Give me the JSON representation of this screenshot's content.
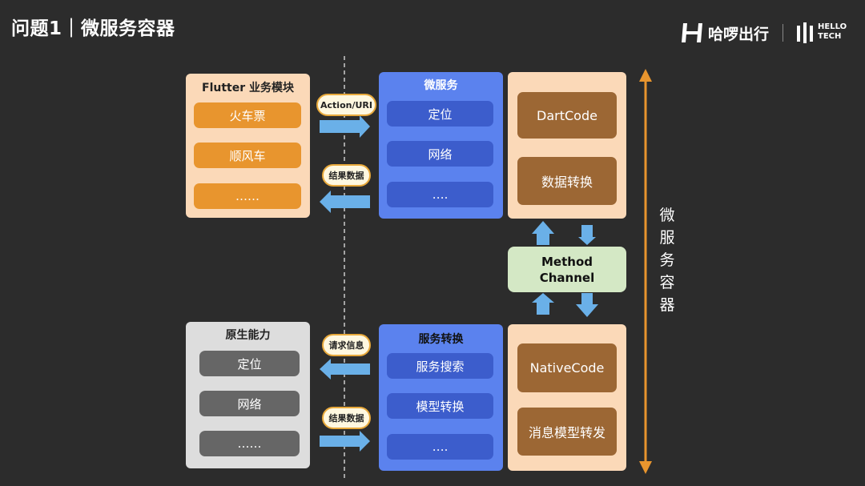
{
  "header": {
    "title": "问题1｜微服务容器"
  },
  "logo": {
    "brand_cn": "哈啰出行",
    "brand_en_line1": "HELLO",
    "brand_en_line2": "TECH"
  },
  "flutter": {
    "title": "Flutter 业务模块",
    "items": [
      "火车票",
      "顺风车",
      "……"
    ]
  },
  "microservice": {
    "title": "微服务",
    "items": [
      "定位",
      "网络",
      "…."
    ]
  },
  "dart": {
    "code": "DartCode",
    "convert": "数据转换"
  },
  "channel": {
    "line1": "Method",
    "line2": "Channel"
  },
  "native_ability": {
    "title": "原生能力",
    "items": [
      "定位",
      "网络",
      "……"
    ]
  },
  "service_convert": {
    "title": "服务转换",
    "items": [
      "服务搜索",
      "模型转换",
      "…."
    ]
  },
  "native": {
    "code": "NativeCode",
    "forward": "消息模型转发"
  },
  "labels": {
    "action_uri": "Action/URI",
    "result_top": "结果数据",
    "request_info": "请求信息",
    "result_bottom": "结果数据"
  },
  "container_label": "微服务容器",
  "colors": {
    "bg": "#2c2c2c",
    "orange_panel": "#fbd9b8",
    "orange_pill": "#e8952e",
    "blue_panel": "#5b82ee",
    "blue_pill": "#3c5dcc",
    "gray_panel": "#dddddd",
    "gray_pill": "#666666",
    "brown": "#9c6734",
    "green_panel": "#d4e8c5",
    "arrow_blue": "#6ab0e8",
    "accent_orange": "#e8952e"
  },
  "icons": [
    "hello-h-icon",
    "hello-tech-icon",
    "arrow-right-icon",
    "arrow-left-icon",
    "arrow-up-icon",
    "arrow-down-icon",
    "double-arrow-icon"
  ]
}
